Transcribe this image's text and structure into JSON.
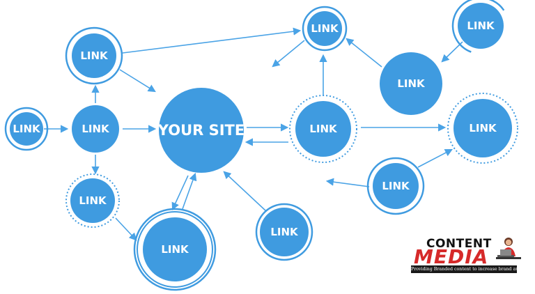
{
  "diagram": {
    "colors": {
      "node": "#3f9be0",
      "ring": "#3f9be0",
      "arrow": "#4aa3e6",
      "text": "#ffffff"
    },
    "nodes": [
      {
        "id": "link-top-left",
        "label": "LINK",
        "ring": "solid"
      },
      {
        "id": "link-far-left",
        "label": "LINK",
        "ring": "solid"
      },
      {
        "id": "link-hub-left",
        "label": "LINK",
        "ring": "none"
      },
      {
        "id": "link-bottom-left",
        "label": "LINK",
        "ring": "dotted"
      },
      {
        "id": "your-site",
        "label": "YOUR SITE",
        "ring": "none"
      },
      {
        "id": "link-bottom-center",
        "label": "LINK",
        "ring": "double"
      },
      {
        "id": "link-bottom-mid",
        "label": "LINK",
        "ring": "solid"
      },
      {
        "id": "link-hub-right",
        "label": "LINK",
        "ring": "dotted"
      },
      {
        "id": "link-top-center",
        "label": "LINK",
        "ring": "solid"
      },
      {
        "id": "link-top-right-large",
        "label": "LINK",
        "ring": "none"
      },
      {
        "id": "link-top-right-small",
        "label": "LINK",
        "ring": "arc"
      },
      {
        "id": "link-right",
        "label": "LINK",
        "ring": "dotted"
      },
      {
        "id": "link-bottom-right",
        "label": "LINK",
        "ring": "solid"
      }
    ]
  },
  "logo": {
    "line1": "CONTENT",
    "line2": "MEDIA",
    "tagline": "Providing Branded content to increase brand awareness"
  }
}
